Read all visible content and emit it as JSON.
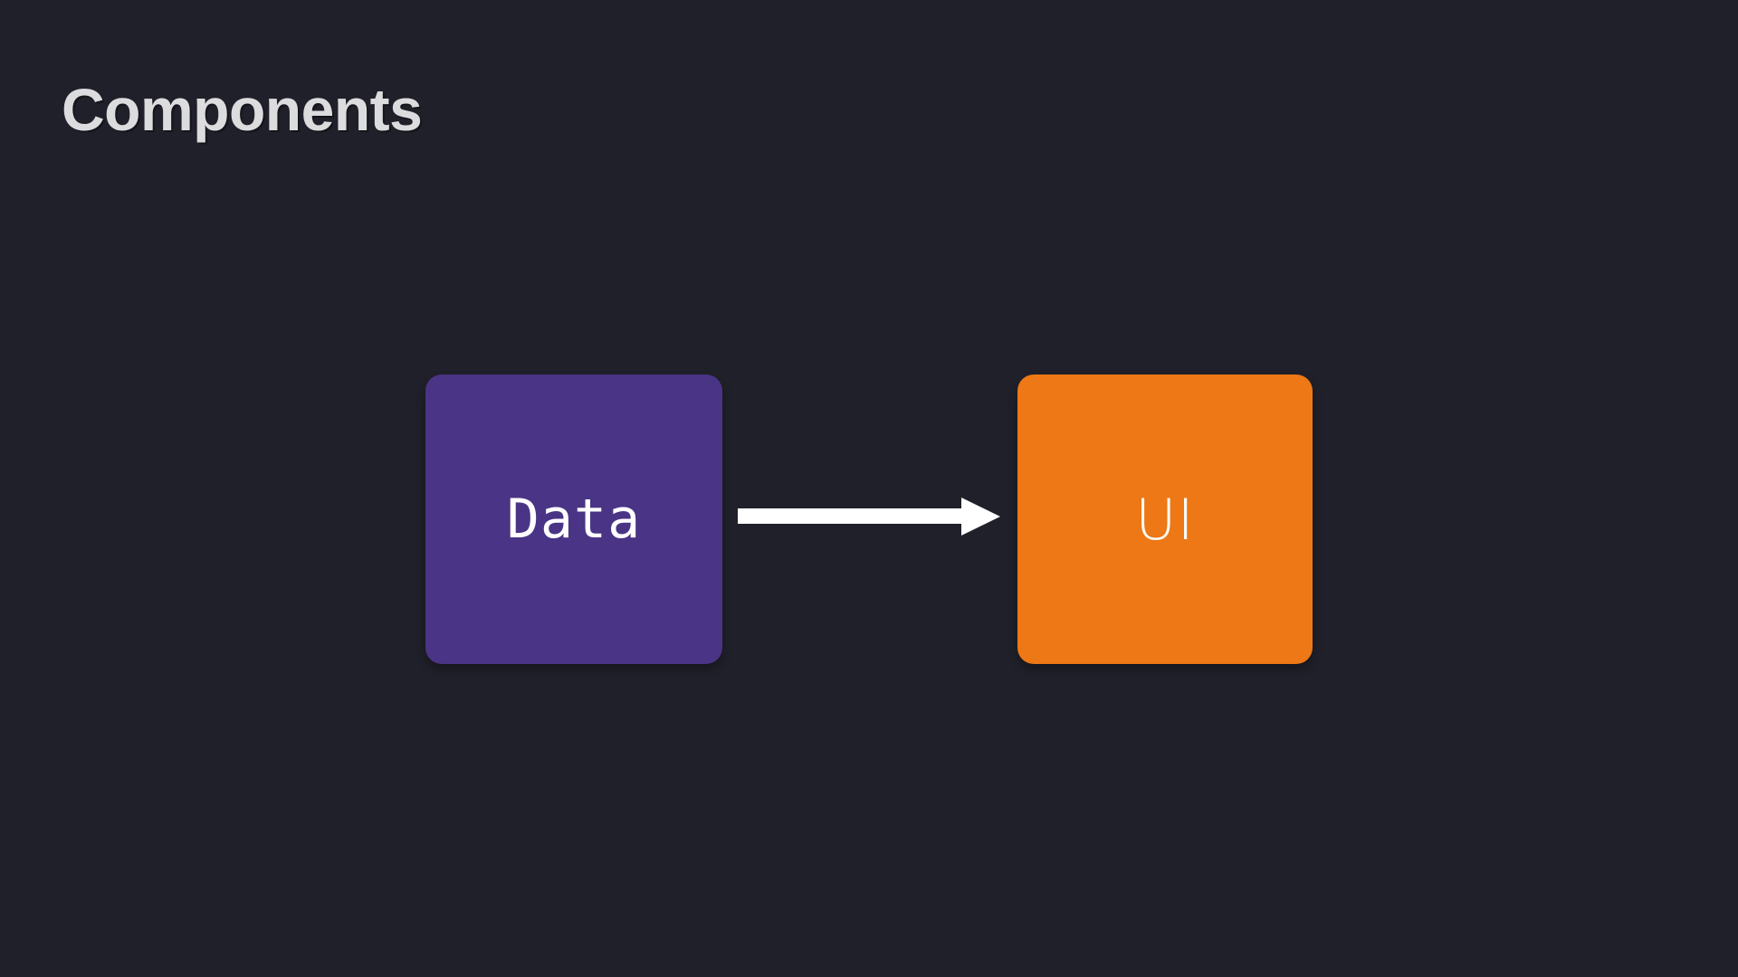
{
  "slide": {
    "title": "Components",
    "background_color": "#20202a",
    "title_color": "#dcdcdf"
  },
  "diagram": {
    "type": "flow",
    "orientation": "left-to-right",
    "nodes": [
      {
        "id": "data",
        "label": "Data",
        "shape": "rounded-rectangle",
        "fill_color": "#4a3485",
        "text_color": "#ffffff",
        "font_style": "monospace"
      },
      {
        "id": "ui",
        "label": "UI",
        "shape": "rounded-rectangle",
        "fill_color": "#ed7815",
        "text_color": "#fdfcf8",
        "font_style": "sans-serif"
      }
    ],
    "edges": [
      {
        "id": "data-to-ui",
        "from": "data",
        "to": "ui",
        "label": "",
        "style": "solid",
        "arrowhead": "filled-triangle",
        "color": "#ffffff"
      }
    ]
  }
}
